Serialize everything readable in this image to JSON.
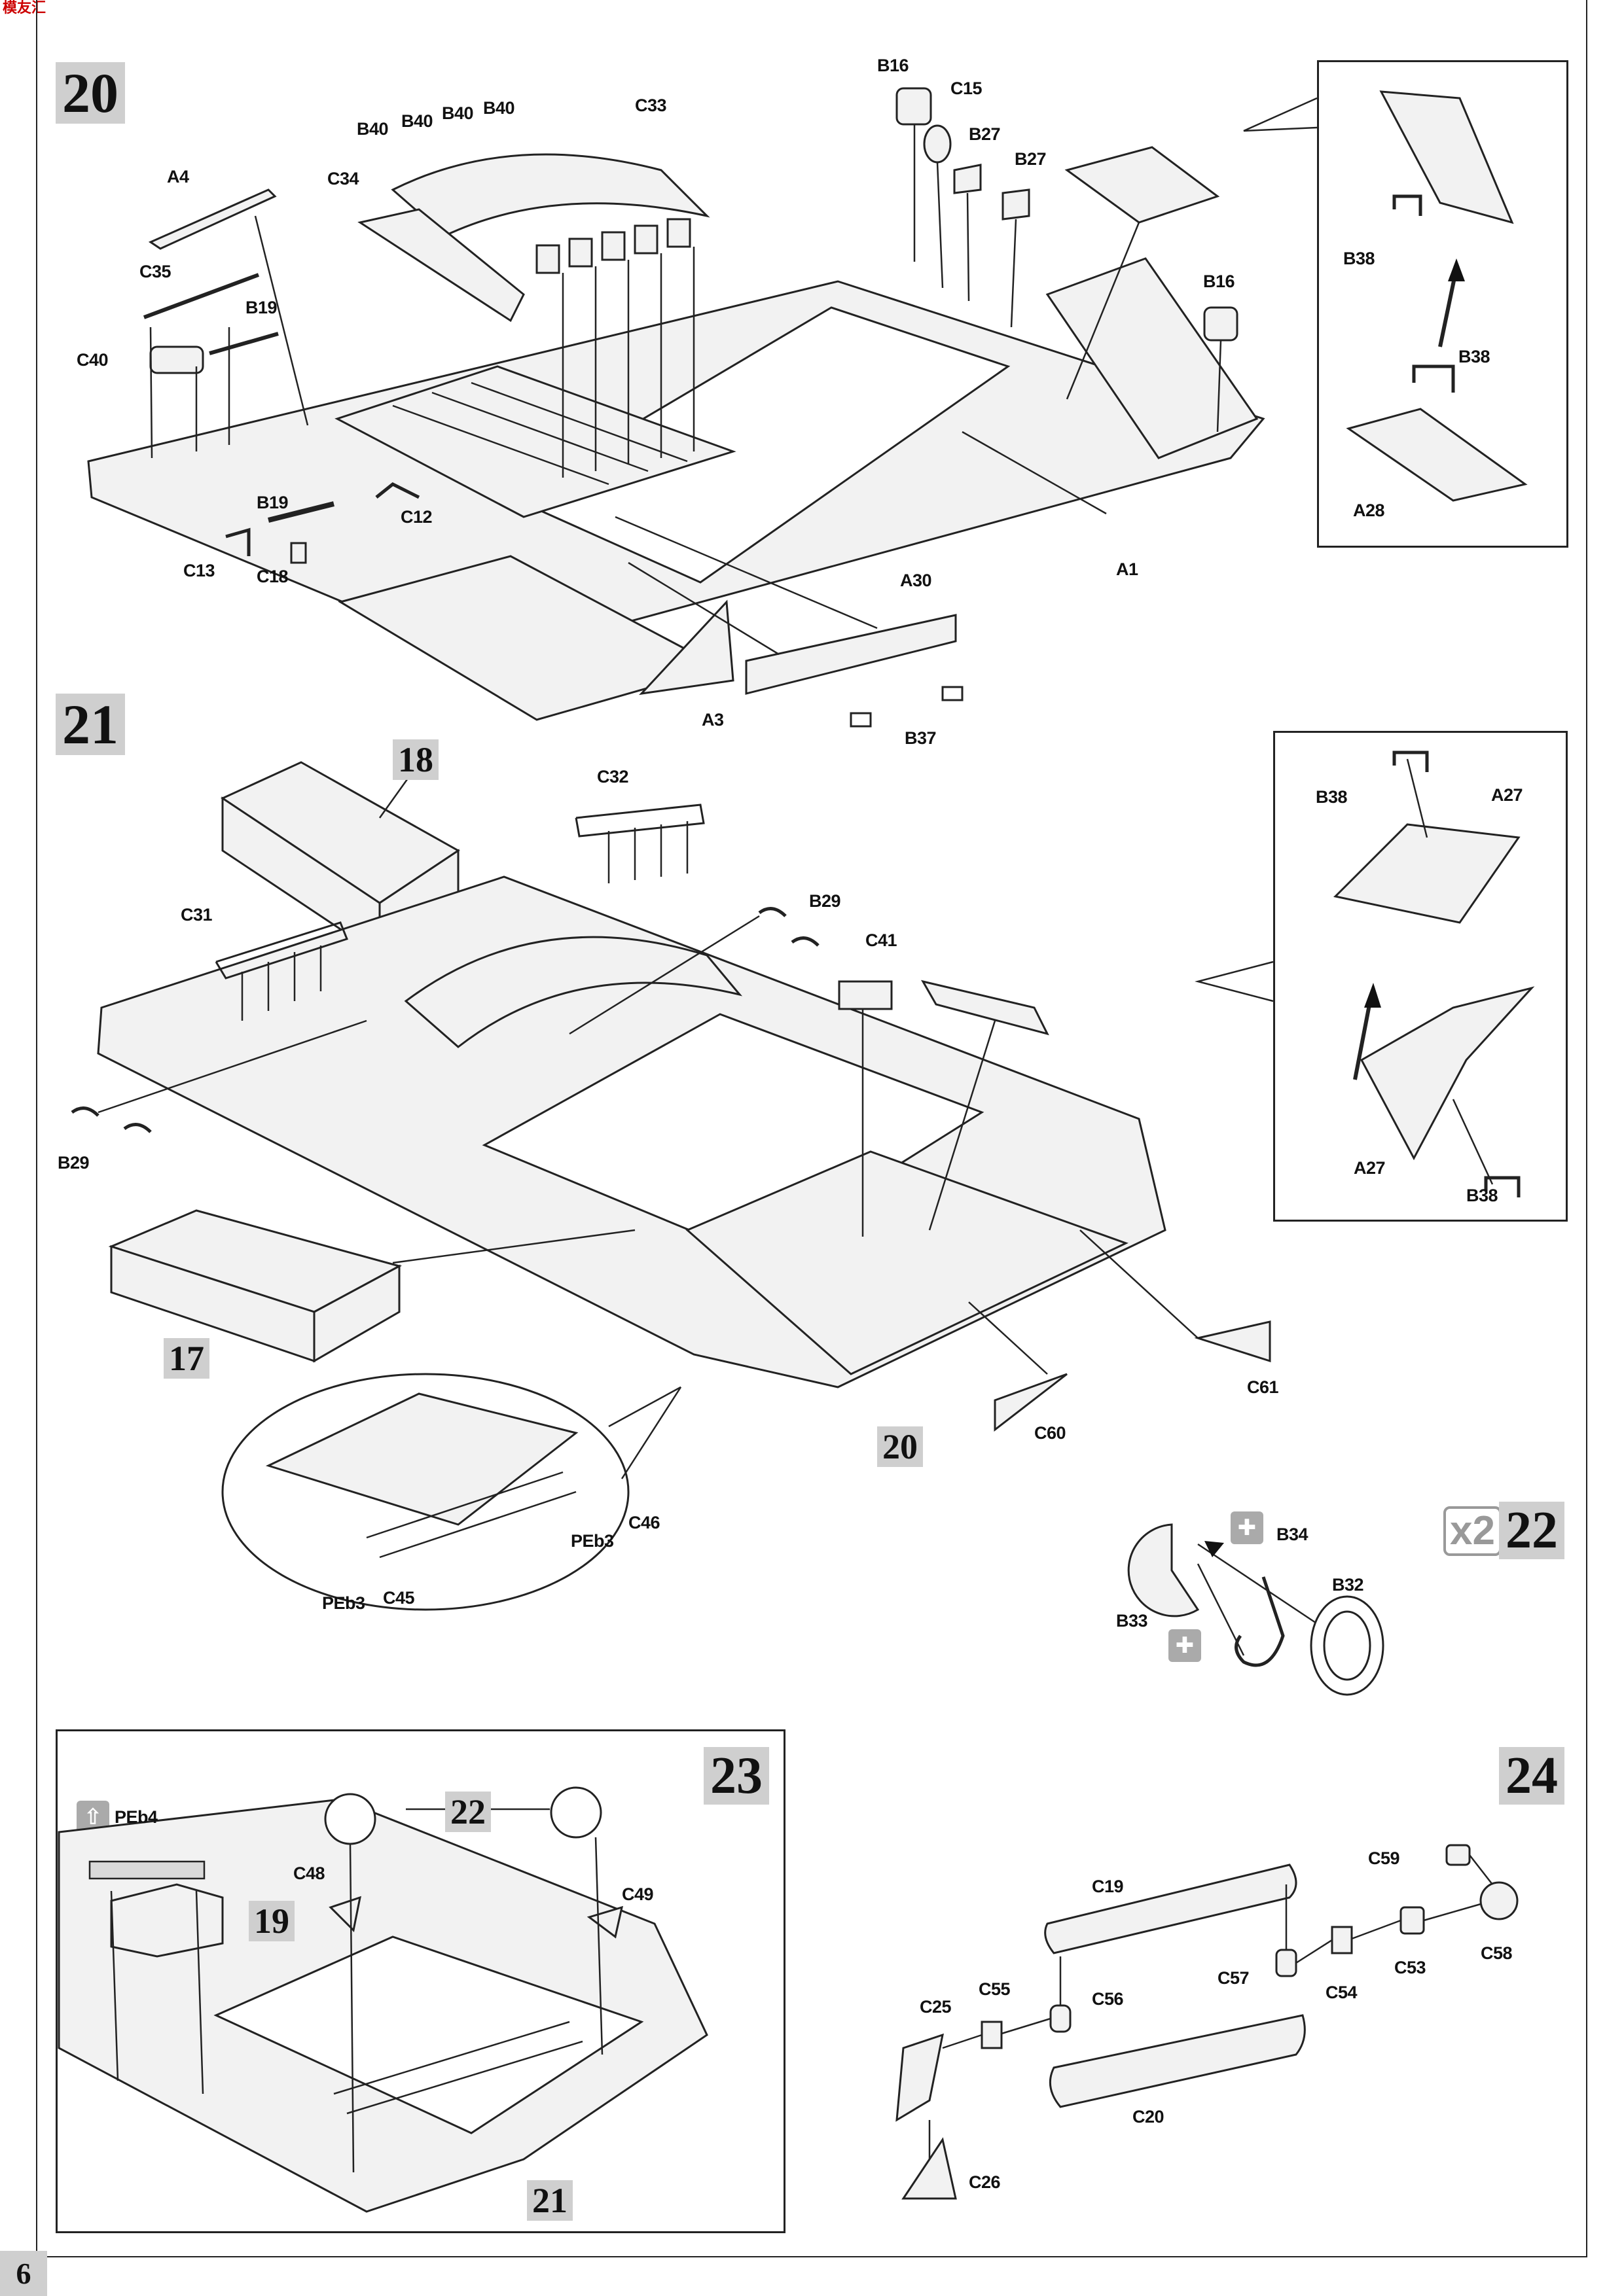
{
  "page_number": "6",
  "logo_text": "模友汇",
  "steps": {
    "s20": "20",
    "s21": "21",
    "s22": "22",
    "s23": "23",
    "s24": "24",
    "multiplier": "x2"
  },
  "sub_refs": {
    "r18": "18",
    "r17": "17",
    "r20": "20",
    "r22": "22",
    "r19": "19",
    "r21": "21"
  },
  "labels": {
    "B16a": "B16",
    "C15": "C15",
    "B27a": "B27",
    "B27b": "B27",
    "B16b": "B16",
    "B40a": "B40",
    "B40b": "B40",
    "B40c": "B40",
    "B40d": "B40",
    "C33": "C33",
    "A4": "A4",
    "C34": "C34",
    "C35": "C35",
    "B19a": "B19",
    "C40": "C40",
    "B19b": "B19",
    "C12": "C12",
    "C13": "C13",
    "C18": "C18",
    "A1": "A1",
    "A30": "A30",
    "A3": "A3",
    "B37": "B37",
    "B38a": "B38",
    "B38b": "B38",
    "A28": "A28",
    "C32": "C32",
    "B29a": "B29",
    "C31": "C31",
    "C41": "C41",
    "B29b": "B29",
    "C61": "C61",
    "C60": "C60",
    "C46": "C46",
    "PEb3a": "PEb3",
    "PEb3b": "PEb3",
    "C45": "C45",
    "B38c": "B38",
    "A27a": "A27",
    "A27b": "A27",
    "B38d": "B38",
    "B34": "B34",
    "B32": "B32",
    "B33": "B33",
    "PEb4": "PEb4",
    "C48": "C48",
    "C49": "C49",
    "C59": "C59",
    "C19": "C19",
    "C58": "C58",
    "C53": "C53",
    "C57": "C57",
    "C54": "C54",
    "C25": "C25",
    "C55": "C55",
    "C56": "C56",
    "C20": "C20",
    "C26": "C26"
  },
  "icons": {
    "cement_glue": "glue-icon",
    "photo_etch": "photo-etch-icon"
  }
}
